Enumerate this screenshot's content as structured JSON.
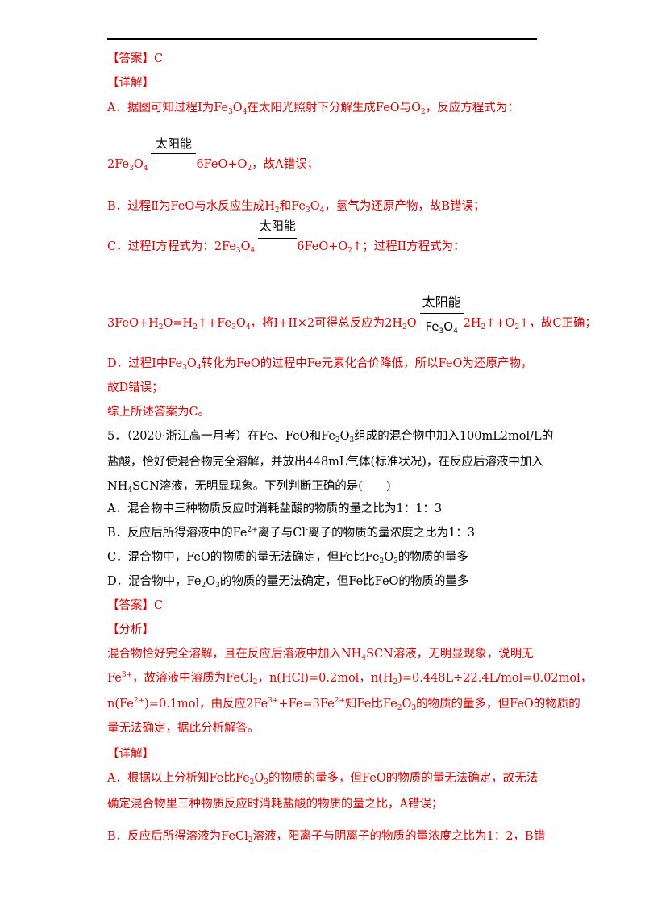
{
  "page": {
    "answer1": "【答案】C",
    "detail1": "【详解】",
    "a_1": "A．据图可知过程Ⅰ为Fe",
    "a_sub1": "3",
    "a_2": "O",
    "a_sub2": "4",
    "a_3": "在太阳光照射下分解生成FeO与O",
    "a_sub3": "2",
    "a_4": "，反应方程式为：",
    "eq1_left": "2Fe",
    "eq1_s1": "3",
    "eq1_o": "O",
    "eq1_s2": "4",
    "eq1_cond": "太阳能",
    "eq1_right": "6FeO+O",
    "eq1_s3": "2",
    "eq1_tail": "，故A错误；",
    "b_1": "B．过程Ⅱ为FeO与水反应生成H",
    "b_s1": "2",
    "b_2": "和Fe",
    "b_s2": "3",
    "b_3": "O",
    "b_s3": "4",
    "b_4": "，氢气为还原产物，故B错误；",
    "c_1": "C．过程I方程式为：2Fe",
    "c_s1": "3",
    "c_2": "O",
    "c_s2": "4",
    "c_cond": "太阳能",
    "c_3": "6FeO+O",
    "c_s3": "2",
    "c_4": "↑；过程II方程式为：",
    "c2_1": "3FeO+H",
    "c2_s1": "2",
    "c2_2": "O=H",
    "c2_s2": "2",
    "c2_3": "↑+Fe",
    "c2_s3": "3",
    "c2_4": "O",
    "c2_s4": "4",
    "c2_5": "，将I+II×2可得总反应为2H",
    "c2_s5": "2",
    "c2_6": "O",
    "c2_cond_top": "太阳能",
    "c2_cond_bot1": "Fe",
    "c2_cond_bs1": "3",
    "c2_cond_bot2": "O",
    "c2_cond_bs2": "4",
    "c2_7": "2H",
    "c2_s6": "2",
    "c2_8": "↑+O",
    "c2_s7": "2",
    "c2_9": "↑，故C正确；",
    "d_1": "D．过程I中Fe",
    "d_s1": "3",
    "d_2": "O",
    "d_s2": "4",
    "d_3": "转化为FeO的过程中Fe元素化合价降低，所以FeO为还原产物，",
    "d_4": "故D错误；",
    "summary": "综上所述答案为C。",
    "q5_1": "5．（2020·浙江高一月考）在Fe、FeO和Fe",
    "q5_s1": "2",
    "q5_2": "O",
    "q5_s2": "3",
    "q5_3": "组成的混合物中加入100mL2mol/L的",
    "q5_4": "盐酸，恰好使混合物完全溶解，并放出448mL气体(标准状况)，在反应后溶液中加入",
    "q5_5": "NH",
    "q5_s3": "4",
    "q5_6": "SCN溶液，无明显现象。下列判断正确的是(　　)",
    "opt_a": "A．混合物中三种物质反应时消耗盐酸的物质的量之比为1：1：3",
    "opt_b1": "B．反应后所得溶液中的Fe",
    "opt_b_sup1": "2+",
    "opt_b2": "离子与Cl",
    "opt_b_sup2": "-",
    "opt_b3": "离子的物质的量浓度之比为1：3",
    "opt_c1": "C．混合物中，FeO的物质的量无法确定，但Fe比Fe",
    "opt_c_s1": "2",
    "opt_c2": "O",
    "opt_c_s2": "3",
    "opt_c3": "的物质的量多",
    "opt_d1": "D．混合物中，Fe",
    "opt_d_s1": "2",
    "opt_d2": "O",
    "opt_d_s2": "3",
    "opt_d3": "的物质的量无法确定，但Fe比FeO的物质的量多",
    "answer2": "【答案】C",
    "analysis": "【分析】",
    "an_1": "混合物恰好完全溶解，且在反应后溶液中加入NH",
    "an_s1": "4",
    "an_2": "SCN溶液，无明显现象，说明无",
    "an_3": "Fe",
    "an_sup1": "3+",
    "an_4": "，故溶液中溶质为FeCl",
    "an_s2": "2",
    "an_5": "，n(HCl)=0.2mol，n(H",
    "an_s3": "2",
    "an_6": ")=0.448L÷22.4L/mol=0.02mol，",
    "an_7": "n(Fe",
    "an_sup2": "2+",
    "an_8": ")=0.1mol，由反应2Fe",
    "an_sup3": "3+",
    "an_9": "+Fe=3Fe",
    "an_sup4": "2+",
    "an_10": "知Fe比Fe",
    "an_s4": "2",
    "an_11": "O",
    "an_s5": "3",
    "an_12": "的物质的量多，但FeO的物质的",
    "an_13": "量无法确定，据此分析解答。",
    "detail2": "【详解】",
    "da_1": "A．根据以上分析知Fe比Fe",
    "da_s1": "2",
    "da_2": "O",
    "da_s2": "3",
    "da_3": "的物质的量多，但FeO的物质的量无法确定，故无法",
    "da_4": "确定混合物里三种物质反应时消耗盐酸的物质的量之比，A错误；",
    "db_1": "B．反应后所得溶液为FeCl",
    "db_s1": "2",
    "db_2": "溶液，阳离子与阴离子的物质的量浓度之比为1：2，B错"
  }
}
